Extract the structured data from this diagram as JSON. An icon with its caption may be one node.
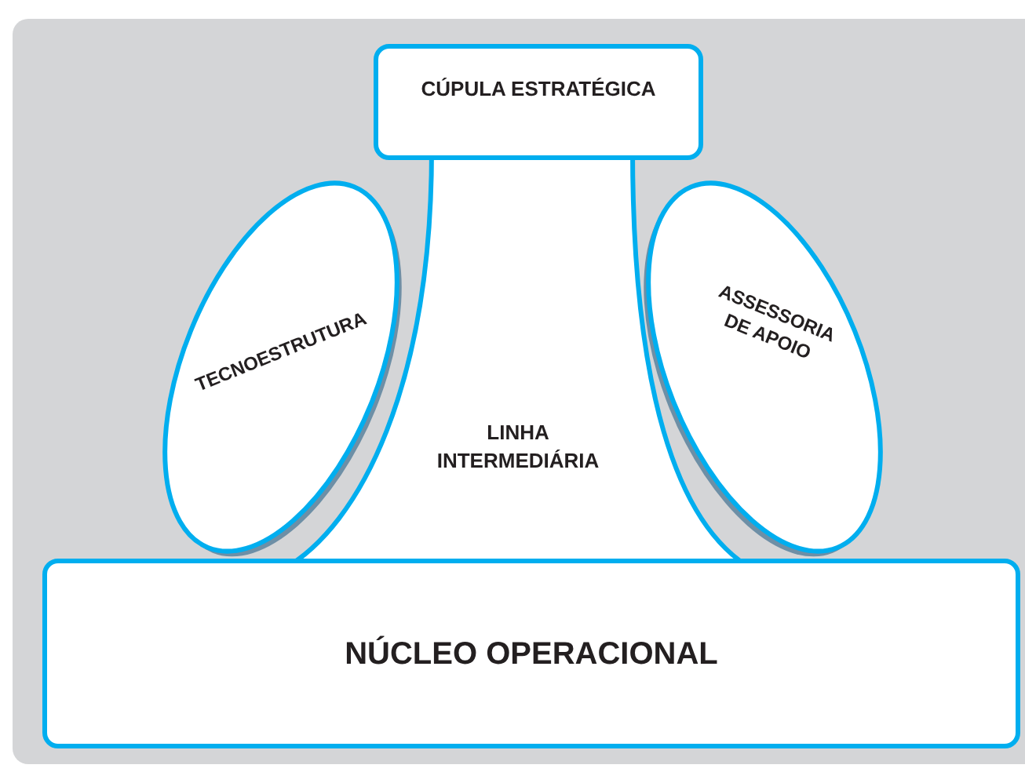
{
  "diagram": {
    "nodes": [
      {
        "text": [
          "CÚPULA ESTRATÉGICA"
        ]
      },
      {
        "text": [
          "TECNOESTRUTURA"
        ]
      },
      {
        "text": [
          "LINHA INTERMEDIÁRIA"
        ]
      },
      {
        "text": [
          "ASSESSORIA DE APOIO"
        ]
      },
      {
        "text": [
          "NÚCLEO OPERACIONAL"
        ]
      }
    ]
  }
}
